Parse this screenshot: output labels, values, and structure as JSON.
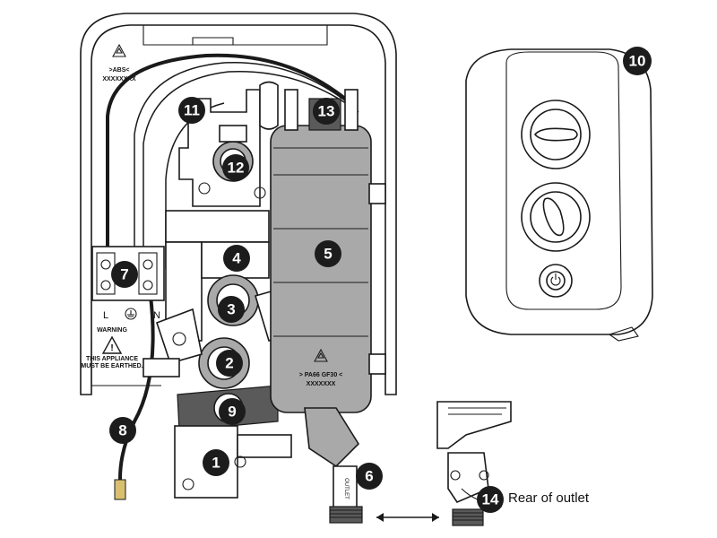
{
  "badges": [
    {
      "id": "1",
      "label": "1"
    },
    {
      "id": "2",
      "label": "2"
    },
    {
      "id": "3",
      "label": "3"
    },
    {
      "id": "4",
      "label": "4"
    },
    {
      "id": "5",
      "label": "5"
    },
    {
      "id": "6",
      "label": "6"
    },
    {
      "id": "7",
      "label": "7"
    },
    {
      "id": "8",
      "label": "8"
    },
    {
      "id": "9",
      "label": "9"
    },
    {
      "id": "10",
      "label": "10"
    },
    {
      "id": "11",
      "label": "11"
    },
    {
      "id": "12",
      "label": "12"
    },
    {
      "id": "13",
      "label": "13"
    },
    {
      "id": "14",
      "label": "14"
    }
  ],
  "caption_rear_outlet": "Rear of outlet",
  "markings": {
    "abs_material": ">ABS<",
    "abs_code": "XXXXXXXX",
    "pa66_material": "> PA66 GF30 <",
    "pa66_code": "XXXXXXX",
    "terminal_live": "L",
    "terminal_neutral": "N",
    "warning_title": "WARNING",
    "warning_line1": "THIS APPLIANCE",
    "warning_line2": "MUST BE EARTHED.",
    "outlet_text": "OUTLET"
  },
  "icons": [
    "recycle-icon",
    "warning-triangle-icon",
    "earth-symbol-icon",
    "double-arrow-icon"
  ]
}
